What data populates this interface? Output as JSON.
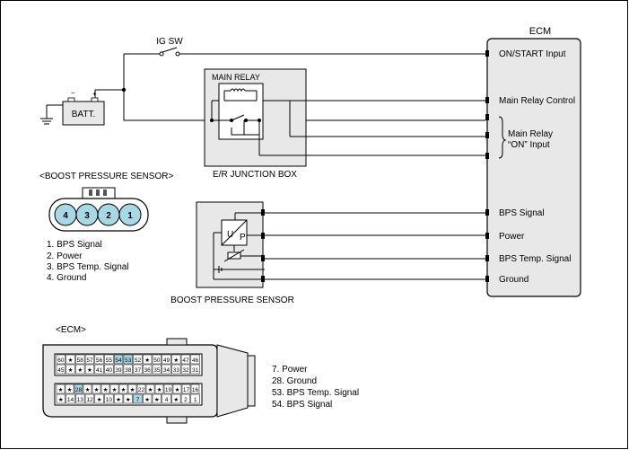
{
  "title": "ECM",
  "ecm_pins": {
    "on_start": "ON/START Input",
    "main_relay_control": "Main Relay Control",
    "main_relay_on_line1": "Main Relay",
    "main_relay_on_line2": "“ON” Input",
    "bps_signal": "BPS Signal",
    "power": "Power",
    "bps_temp": "BPS Temp. Signal",
    "ground": "Ground"
  },
  "ig_sw": "IG SW",
  "battery": "BATT.",
  "main_relay": "MAIN RELAY",
  "junction_box": "E/R JUNCTION BOX",
  "boost_sensor_title": "<BOOST PRESSURE SENSOR>",
  "boost_sensor_caption": "BOOST PRESSURE SENSOR",
  "sensor_glyphs": {
    "u": "U",
    "p": "P"
  },
  "connector_pins": [
    "4",
    "3",
    "2",
    "1"
  ],
  "sensor_pin_list": [
    "1. BPS Signal",
    "2. Power",
    "3. BPS Temp. Signal",
    "4. Ground"
  ],
  "ecm_connector_title": "<ECM>",
  "ecm_pin_list": [
    "7. Power",
    "28. Ground",
    "53. BPS Temp. Signal",
    "54. BPS Signal"
  ],
  "ecm_connector_rows": {
    "row1": [
      "60",
      "★",
      "58",
      "57",
      "56",
      "55",
      "54",
      "53",
      "52",
      "★",
      "50",
      "49",
      "★",
      "47",
      "46"
    ],
    "row2": [
      "45",
      "★",
      "★",
      "★",
      "41",
      "40",
      "39",
      "38",
      "37",
      "36",
      "35",
      "34",
      "33",
      "32",
      "31"
    ],
    "row3": [
      "★",
      "★",
      "28",
      "★",
      "★",
      "★",
      "★",
      "★",
      "★",
      "22",
      "★",
      "★",
      "19",
      "★",
      "17",
      "16"
    ],
    "row4": [
      "★",
      "14",
      "13",
      "12",
      "★",
      "10",
      "★",
      "★",
      "7",
      "★",
      "★",
      "4",
      "★",
      "2",
      "1"
    ]
  },
  "colors": {
    "highlight": "#a8d8e6",
    "line": "#000000",
    "box_fill": "#e8e8e8"
  }
}
